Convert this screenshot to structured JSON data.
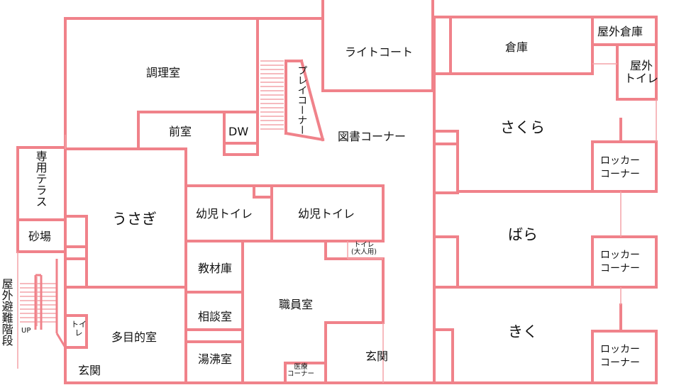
{
  "rooms": {
    "kitchen": "調理室",
    "anteroom": "前室",
    "dw": "DW",
    "play_corner": "プレイコーナー",
    "light_court": "ライトコート",
    "book_corner": "図書コーナー",
    "storage": "倉庫",
    "outdoor_storage": "屋外倉庫",
    "outdoor_toilet": "屋外\nトイレ",
    "sakura": "さくら",
    "bara": "ばら",
    "kiku": "きく",
    "locker1": "ロッカー\nコーナー",
    "locker2": "ロッカー\nコーナー",
    "locker3": "ロッカー\nコーナー",
    "private_terrace": "専用テラス",
    "sandbox": "砂場",
    "usagi": "うさぎ",
    "infant_toilet1": "幼児トイレ",
    "infant_toilet2": "幼児トイレ",
    "adult_toilet": "トイレ\n(大人用)",
    "materials": "教材庫",
    "consultation": "相談室",
    "staff_room": "職員室",
    "boiler": "湯沸室",
    "medical_corner": "医療\nコーナー",
    "multipurpose": "多目的室",
    "toilet_small": "トイ\nレ",
    "entrance_left": "玄関",
    "entrance_center": "玄関",
    "evacuation_stairs": "屋外避難階段",
    "up": "UP"
  },
  "colors": {
    "wall": "#f0828a",
    "thin": "#f4a3a8",
    "text": "#111111"
  }
}
